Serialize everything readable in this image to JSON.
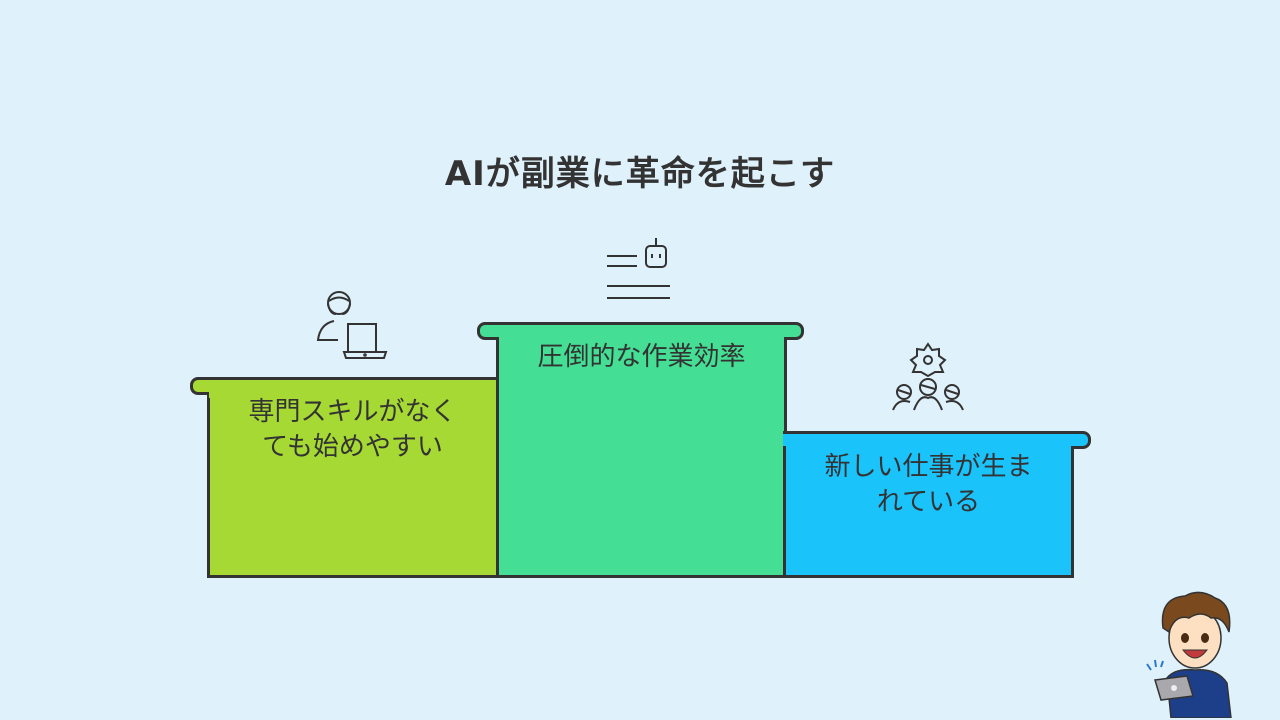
{
  "title": "AIが副業に革命を起こす",
  "steps": [
    {
      "position": "left",
      "lines": [
        "専門スキルがなく",
        "ても始めやすい"
      ],
      "color": "#a6d934",
      "icon": "person-laptop-icon"
    },
    {
      "position": "center",
      "lines": [
        "圧倒的な作業効率"
      ],
      "color": "#44de94",
      "icon": "robot-document-icon"
    },
    {
      "position": "right",
      "lines": [
        "新しい仕事が生ま",
        "れている"
      ],
      "color": "#1bc3fb",
      "icon": "gear-people-icon"
    }
  ],
  "mascot": "mascot-boy-laptop-icon"
}
